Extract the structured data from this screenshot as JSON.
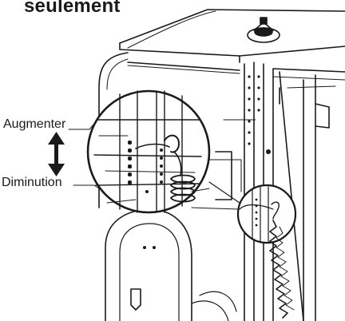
{
  "heading": "seulement",
  "labels": {
    "increase": "Augmenter",
    "decrease": "Diminution"
  },
  "icons": {
    "adjust_arrow": "double-headed-vertical-arrow"
  }
}
